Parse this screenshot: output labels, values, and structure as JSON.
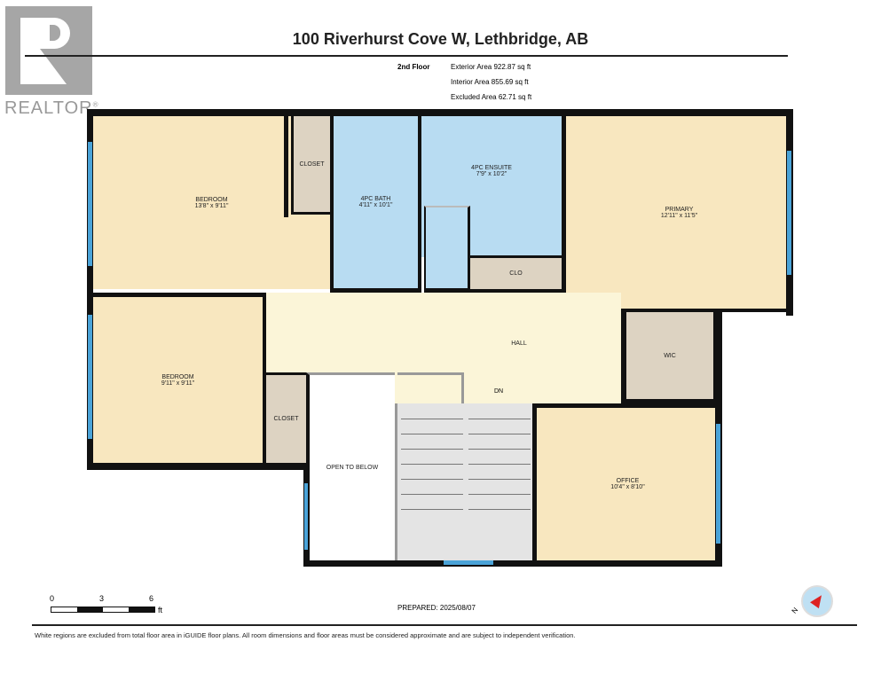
{
  "logo": {
    "text": "REALTOR®"
  },
  "header": {
    "title": "100 Riverhurst Cove W, Lethbridge, AB",
    "floor": "2nd Floor",
    "exterior": "Exterior Area 922.87 sq ft",
    "interior": "Interior Area 855.69 sq ft",
    "excluded": "Excluded Area 62.71 sq ft"
  },
  "rooms": {
    "bedroom1": {
      "name": "BEDROOM",
      "dims": "13'8\" x 9'11\""
    },
    "closet1": {
      "name": "CLOSET"
    },
    "bath": {
      "name": "4PC BATH",
      "dims": "4'11\" x 10'1\""
    },
    "ensuite": {
      "name": "4PC ENSUITE",
      "dims": "7'9\" x 10'2\""
    },
    "clo": {
      "name": "CLO"
    },
    "primary": {
      "name": "PRIMARY",
      "dims": "12'11\" x 11'5\""
    },
    "bedroom2": {
      "name": "BEDROOM",
      "dims": "9'11\" x 9'11\""
    },
    "closet2": {
      "name": "CLOSET"
    },
    "hall": {
      "name": "HALL"
    },
    "dn": {
      "name": "DN"
    },
    "wic": {
      "name": "WIC"
    },
    "open": {
      "name": "OPEN TO BELOW"
    },
    "office": {
      "name": "OFFICE",
      "dims": "10'4\" x 8'10\""
    }
  },
  "scale": {
    "t0": "0",
    "t3": "3",
    "t6": "6",
    "unit": "ft"
  },
  "prepared": "PREPARED: 2025/08/07",
  "compass": {
    "label": "N"
  },
  "footer": "White regions are excluded from total floor area in iGUIDE floor plans. All room dimensions and floor areas must be considered approximate and are subject to independent verification.",
  "colors": {
    "bedroom": "#f8e7bf",
    "bath": "#b8dcf2",
    "closet": "#ddd3c2",
    "hall": "#fbf5d8",
    "stairs": "#e4e4e4"
  }
}
